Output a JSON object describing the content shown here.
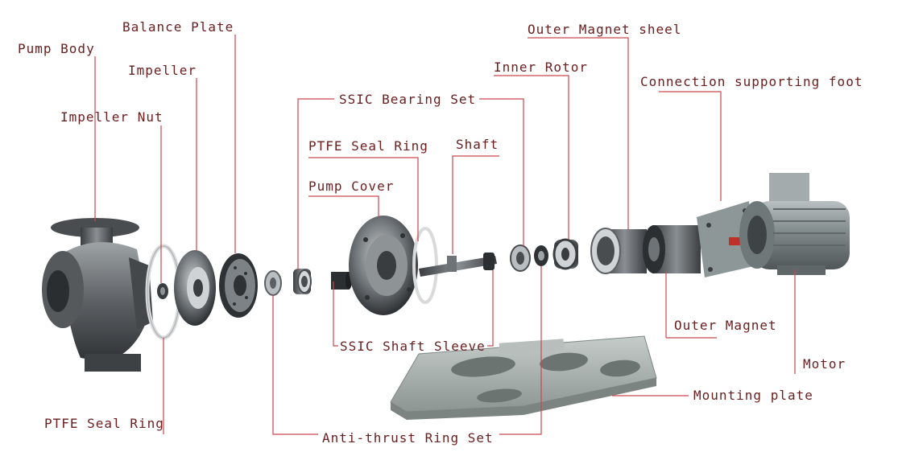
{
  "colors": {
    "leader_line": "#c9474e",
    "label_text": "#6b2020",
    "metal_dark": "#3a3d40",
    "metal_mid": "#6e7377",
    "metal_light": "#b9bec2",
    "plate": "#a8b0ad",
    "motor": "#8f9899",
    "seal_ring": "#d8dadb",
    "logo_red": "#c0302a"
  },
  "icons": [
    "pump-body-icon",
    "impeller-icon",
    "balance-plate-icon",
    "pump-cover-icon",
    "shaft-icon",
    "inner-rotor-icon",
    "outer-magnet-icon",
    "motor-icon",
    "mounting-plate-icon"
  ],
  "labels": {
    "balance_plate": "Balance Plate",
    "pump_body": "Pump Body",
    "impeller": "Impeller",
    "impeller_nut": "Impeller Nut",
    "ssic_bearing_set": "SSIC Bearing Set",
    "ptfe_seal_ring_top": "PTFE Seal Ring",
    "shaft": "Shaft",
    "pump_cover": "Pump Cover",
    "outer_magnet_sheel": "Outer Magnet sheel",
    "inner_rotor": "Inner Rotor",
    "connection_supporting_foot": "Connection supporting foot",
    "ssic_shaft_sleeve": "SSIC Shaft Sleeve",
    "outer_magnet": "Outer Magnet",
    "motor": "Motor",
    "mounting_plate": "Mounting plate",
    "ptfe_seal_ring_bottom": "PTFE Seal Ring",
    "anti_thrust_ring_set": "Anti-thrust Ring Set"
  }
}
